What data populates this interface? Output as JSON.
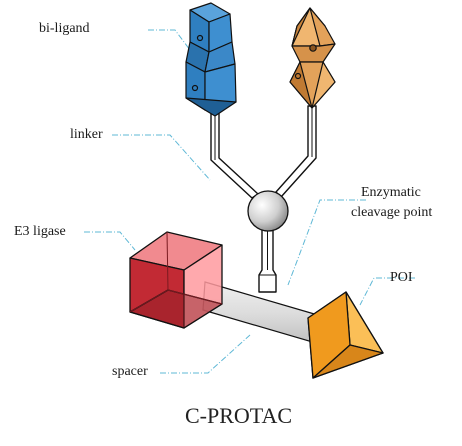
{
  "labels": {
    "bi_ligand": "bi-ligand",
    "linker": "linker",
    "enzymatic_line1": "Enzymatic",
    "enzymatic_line2": "cleavage point",
    "e3_ligase": "E3 ligase",
    "poi": "POI",
    "spacer": "spacer"
  },
  "title": "C-PROTAC",
  "colors": {
    "blue_ligand": "#2f7fc0",
    "orange_ligand": "#e3a25a",
    "e3_cube": "#c22a34",
    "poi_pyramid": "#f5a227",
    "spacer": "#d9d9d9",
    "sphere": "#cfcfcf",
    "leader_line": "#5fb8d6"
  }
}
